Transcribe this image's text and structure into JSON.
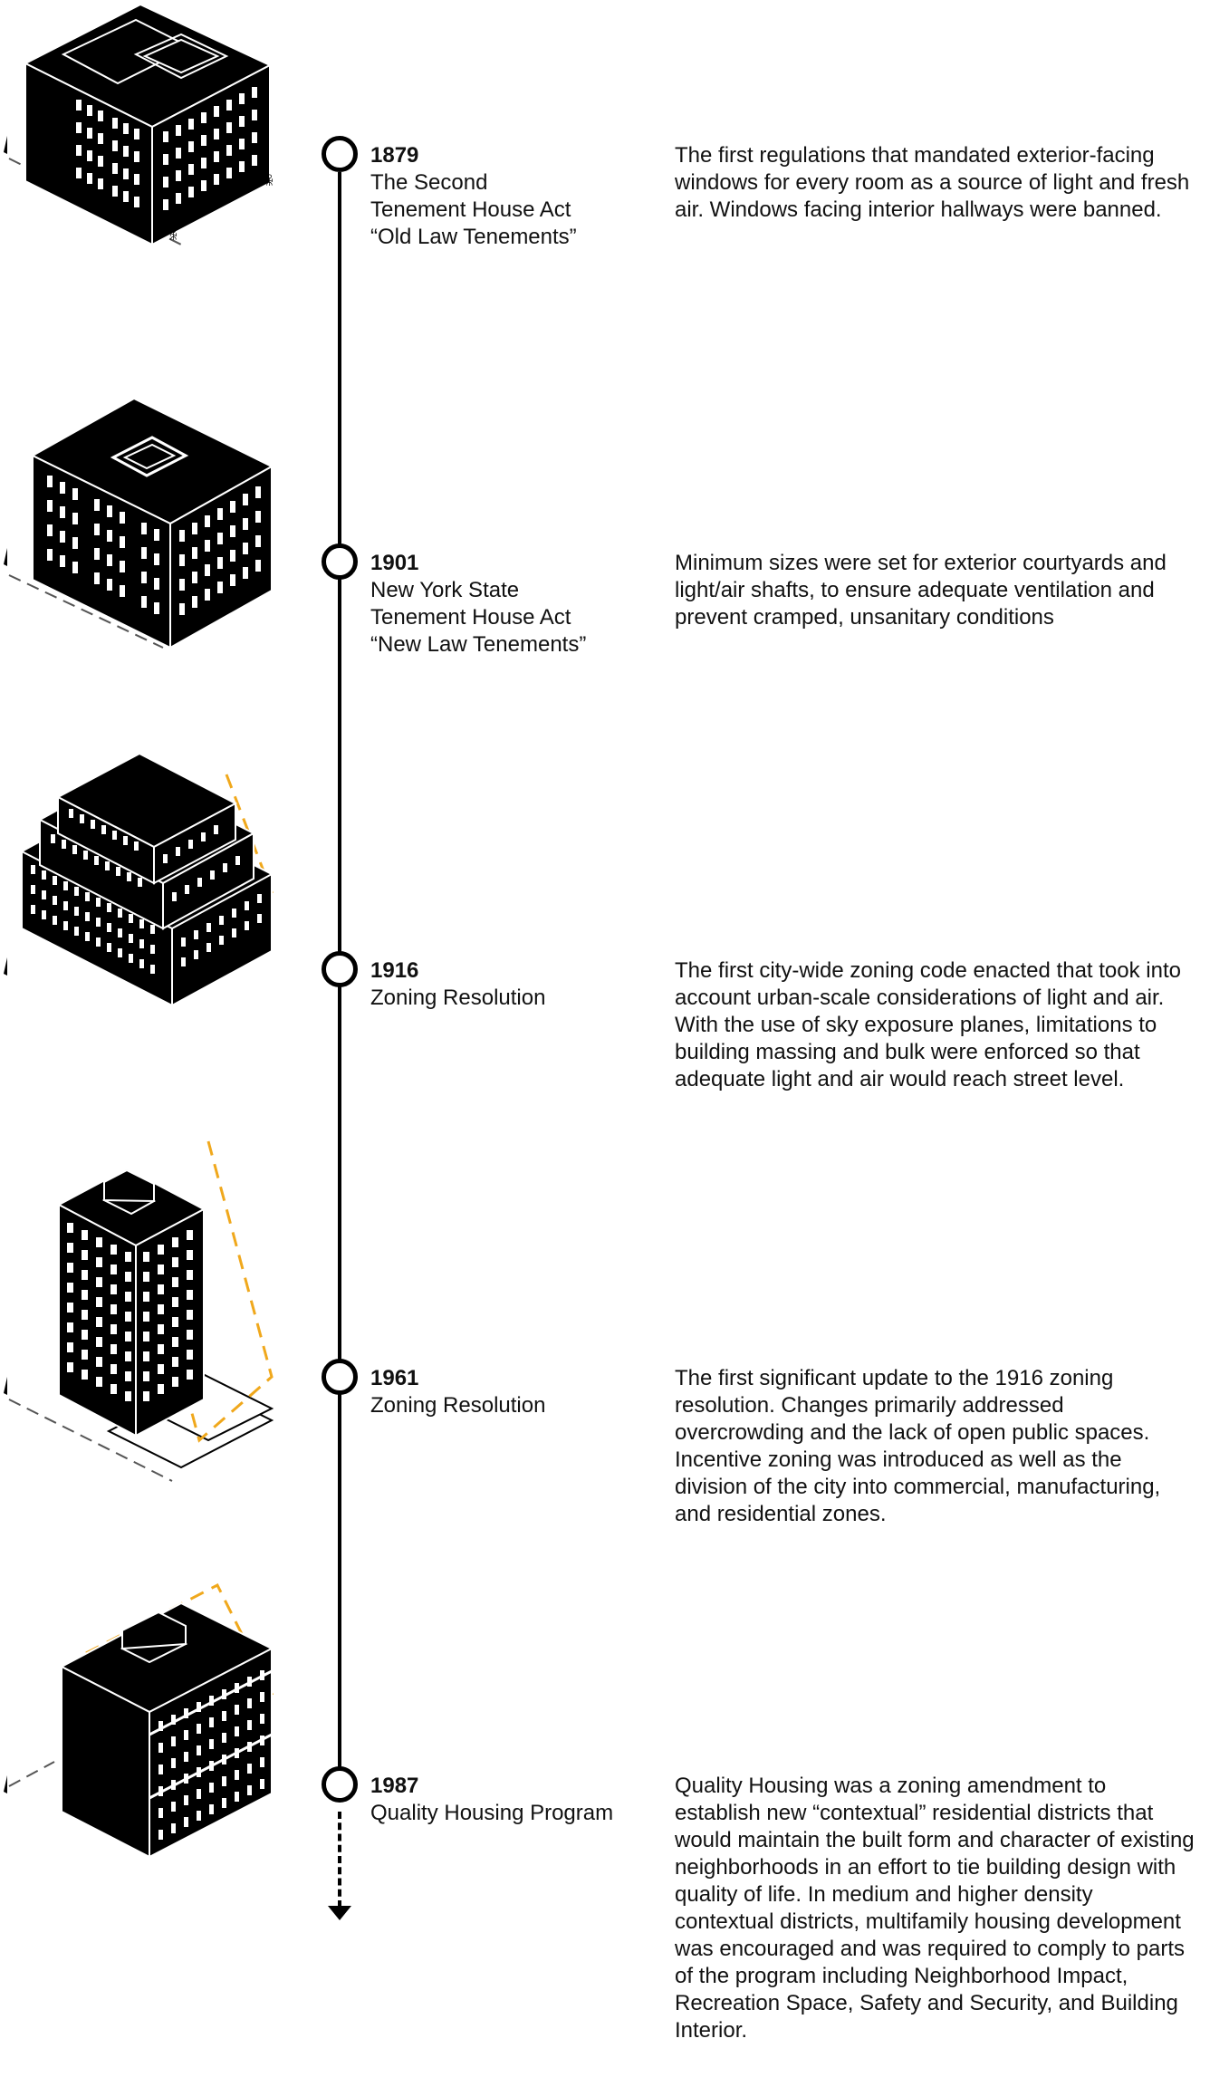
{
  "timeline": [
    {
      "year": "1879",
      "title_lines": [
        "The Second",
        "Tenement House Act",
        "“Old Law Tenements”"
      ],
      "description_lines": [
        "The first regulations that mandated exterior-facing",
        "windows for every room as a source of light and fresh",
        "air. Windows facing interior hallways were banned."
      ]
    },
    {
      "year": "1901",
      "title_lines": [
        "New York State",
        "Tenement House Act",
        "“New Law Tenements”"
      ],
      "description_lines": [
        "Minimum sizes were set for exterior courtyards and",
        "light/air shafts, to ensure adequate ventilation and",
        "prevent cramped, unsanitary conditions"
      ]
    },
    {
      "year": "1916",
      "title_lines": [
        "Zoning Resolution"
      ],
      "description_lines": [
        "The first city-wide zoning code enacted that took into",
        "account urban-scale considerations of light and air.",
        "With the use of sky exposure planes, limitations to",
        "building massing and bulk were enforced so that",
        "adequate light and air would reach street level."
      ]
    },
    {
      "year": "1961",
      "title_lines": [
        "Zoning Resolution"
      ],
      "description_lines": [
        "The first significant update to the 1916 zoning",
        "resolution. Changes primarily addressed",
        "overcrowding and the lack of open public spaces.",
        "Incentive zoning was introduced as well as the",
        "division of the city into commercial, manufacturing,",
        "and residential zones."
      ]
    },
    {
      "year": "1987",
      "title_lines": [
        "Quality Housing Program"
      ],
      "description_lines": [
        "Quality Housing was a zoning amendment to",
        "establish new “contextual” residential districts that",
        "would maintain the built form and character of existing",
        "neighborhoods in an effort to tie building design with",
        "quality of life. In medium and higher density",
        "contextual districts, multifamily housing development",
        "was encouraged and was required to comply to parts",
        "of the program including Neighborhood Impact,",
        "Recreation Space, Safety and Security, and Building",
        "Interior."
      ]
    }
  ],
  "colors": {
    "accent": "#f0a81c",
    "ink": "#000000",
    "window": "#ffffff"
  },
  "icons": [
    "building-1879-icon",
    "building-1901-icon",
    "building-1916-icon",
    "building-1961-icon",
    "building-1987-icon"
  ]
}
